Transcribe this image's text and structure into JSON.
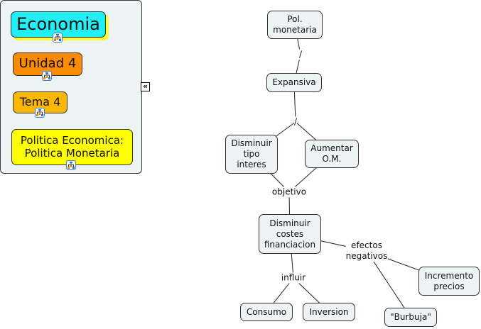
{
  "breadcrumb": {
    "items": [
      {
        "label": "Economia",
        "color": "#22eef6"
      },
      {
        "label": "Unidad 4",
        "color": "#ff8c00"
      },
      {
        "label": "Tema 4",
        "color": "#ffb800"
      },
      {
        "label": "Politica Economica:\nPolitica Monetaria",
        "color": "#ffff00"
      }
    ],
    "item_icon": "concept-map-icon",
    "collapse_label": "«",
    "collapse_icon": "double-chevron-left-icon"
  },
  "concept_map": {
    "nodes": [
      {
        "id": "pol",
        "label": "Pol.\nmonetaria"
      },
      {
        "id": "exp",
        "label": "Expansiva"
      },
      {
        "id": "dti",
        "label": "Disminuir\ntipo\ninteres"
      },
      {
        "id": "aom",
        "label": "Aumentar\nO.M."
      },
      {
        "id": "dcf",
        "label": "Disminuir\ncostes\nfinanciacion"
      },
      {
        "id": "con",
        "label": "Consumo"
      },
      {
        "id": "inv",
        "label": "Inversion"
      },
      {
        "id": "bur",
        "label": "\"Burbuja\""
      },
      {
        "id": "inc",
        "label": "Incremento\nprecios"
      }
    ],
    "linking_phrases": [
      {
        "id": "l1",
        "label": "/"
      },
      {
        "id": "l2",
        "label": "/"
      },
      {
        "id": "l3",
        "label": "objetivo"
      },
      {
        "id": "l4",
        "label": "influir"
      },
      {
        "id": "l5",
        "label": "efectos\nnegativos"
      }
    ],
    "connections": [
      [
        "pol",
        "l1"
      ],
      [
        "l1",
        "exp"
      ],
      [
        "exp",
        "l2"
      ],
      [
        "l2",
        "dti"
      ],
      [
        "l2",
        "aom"
      ],
      [
        "dti",
        "l3"
      ],
      [
        "aom",
        "l3"
      ],
      [
        "l3",
        "dcf"
      ],
      [
        "dcf",
        "l4"
      ],
      [
        "l4",
        "con"
      ],
      [
        "l4",
        "inv"
      ],
      [
        "dcf",
        "l5"
      ],
      [
        "l5",
        "bur"
      ],
      [
        "l5",
        "inc"
      ]
    ]
  }
}
